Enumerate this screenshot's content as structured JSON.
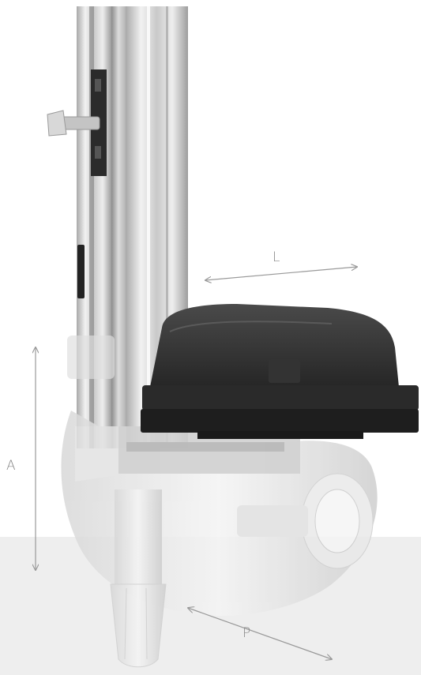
{
  "dimensions": {
    "height_label": "A",
    "length_label": "L",
    "depth_label": "P"
  },
  "colors": {
    "floor": "#eeeeee",
    "motor_cover": "#3a3a3a",
    "dimension_lines": "#999999",
    "dimension_text": "#888888"
  }
}
